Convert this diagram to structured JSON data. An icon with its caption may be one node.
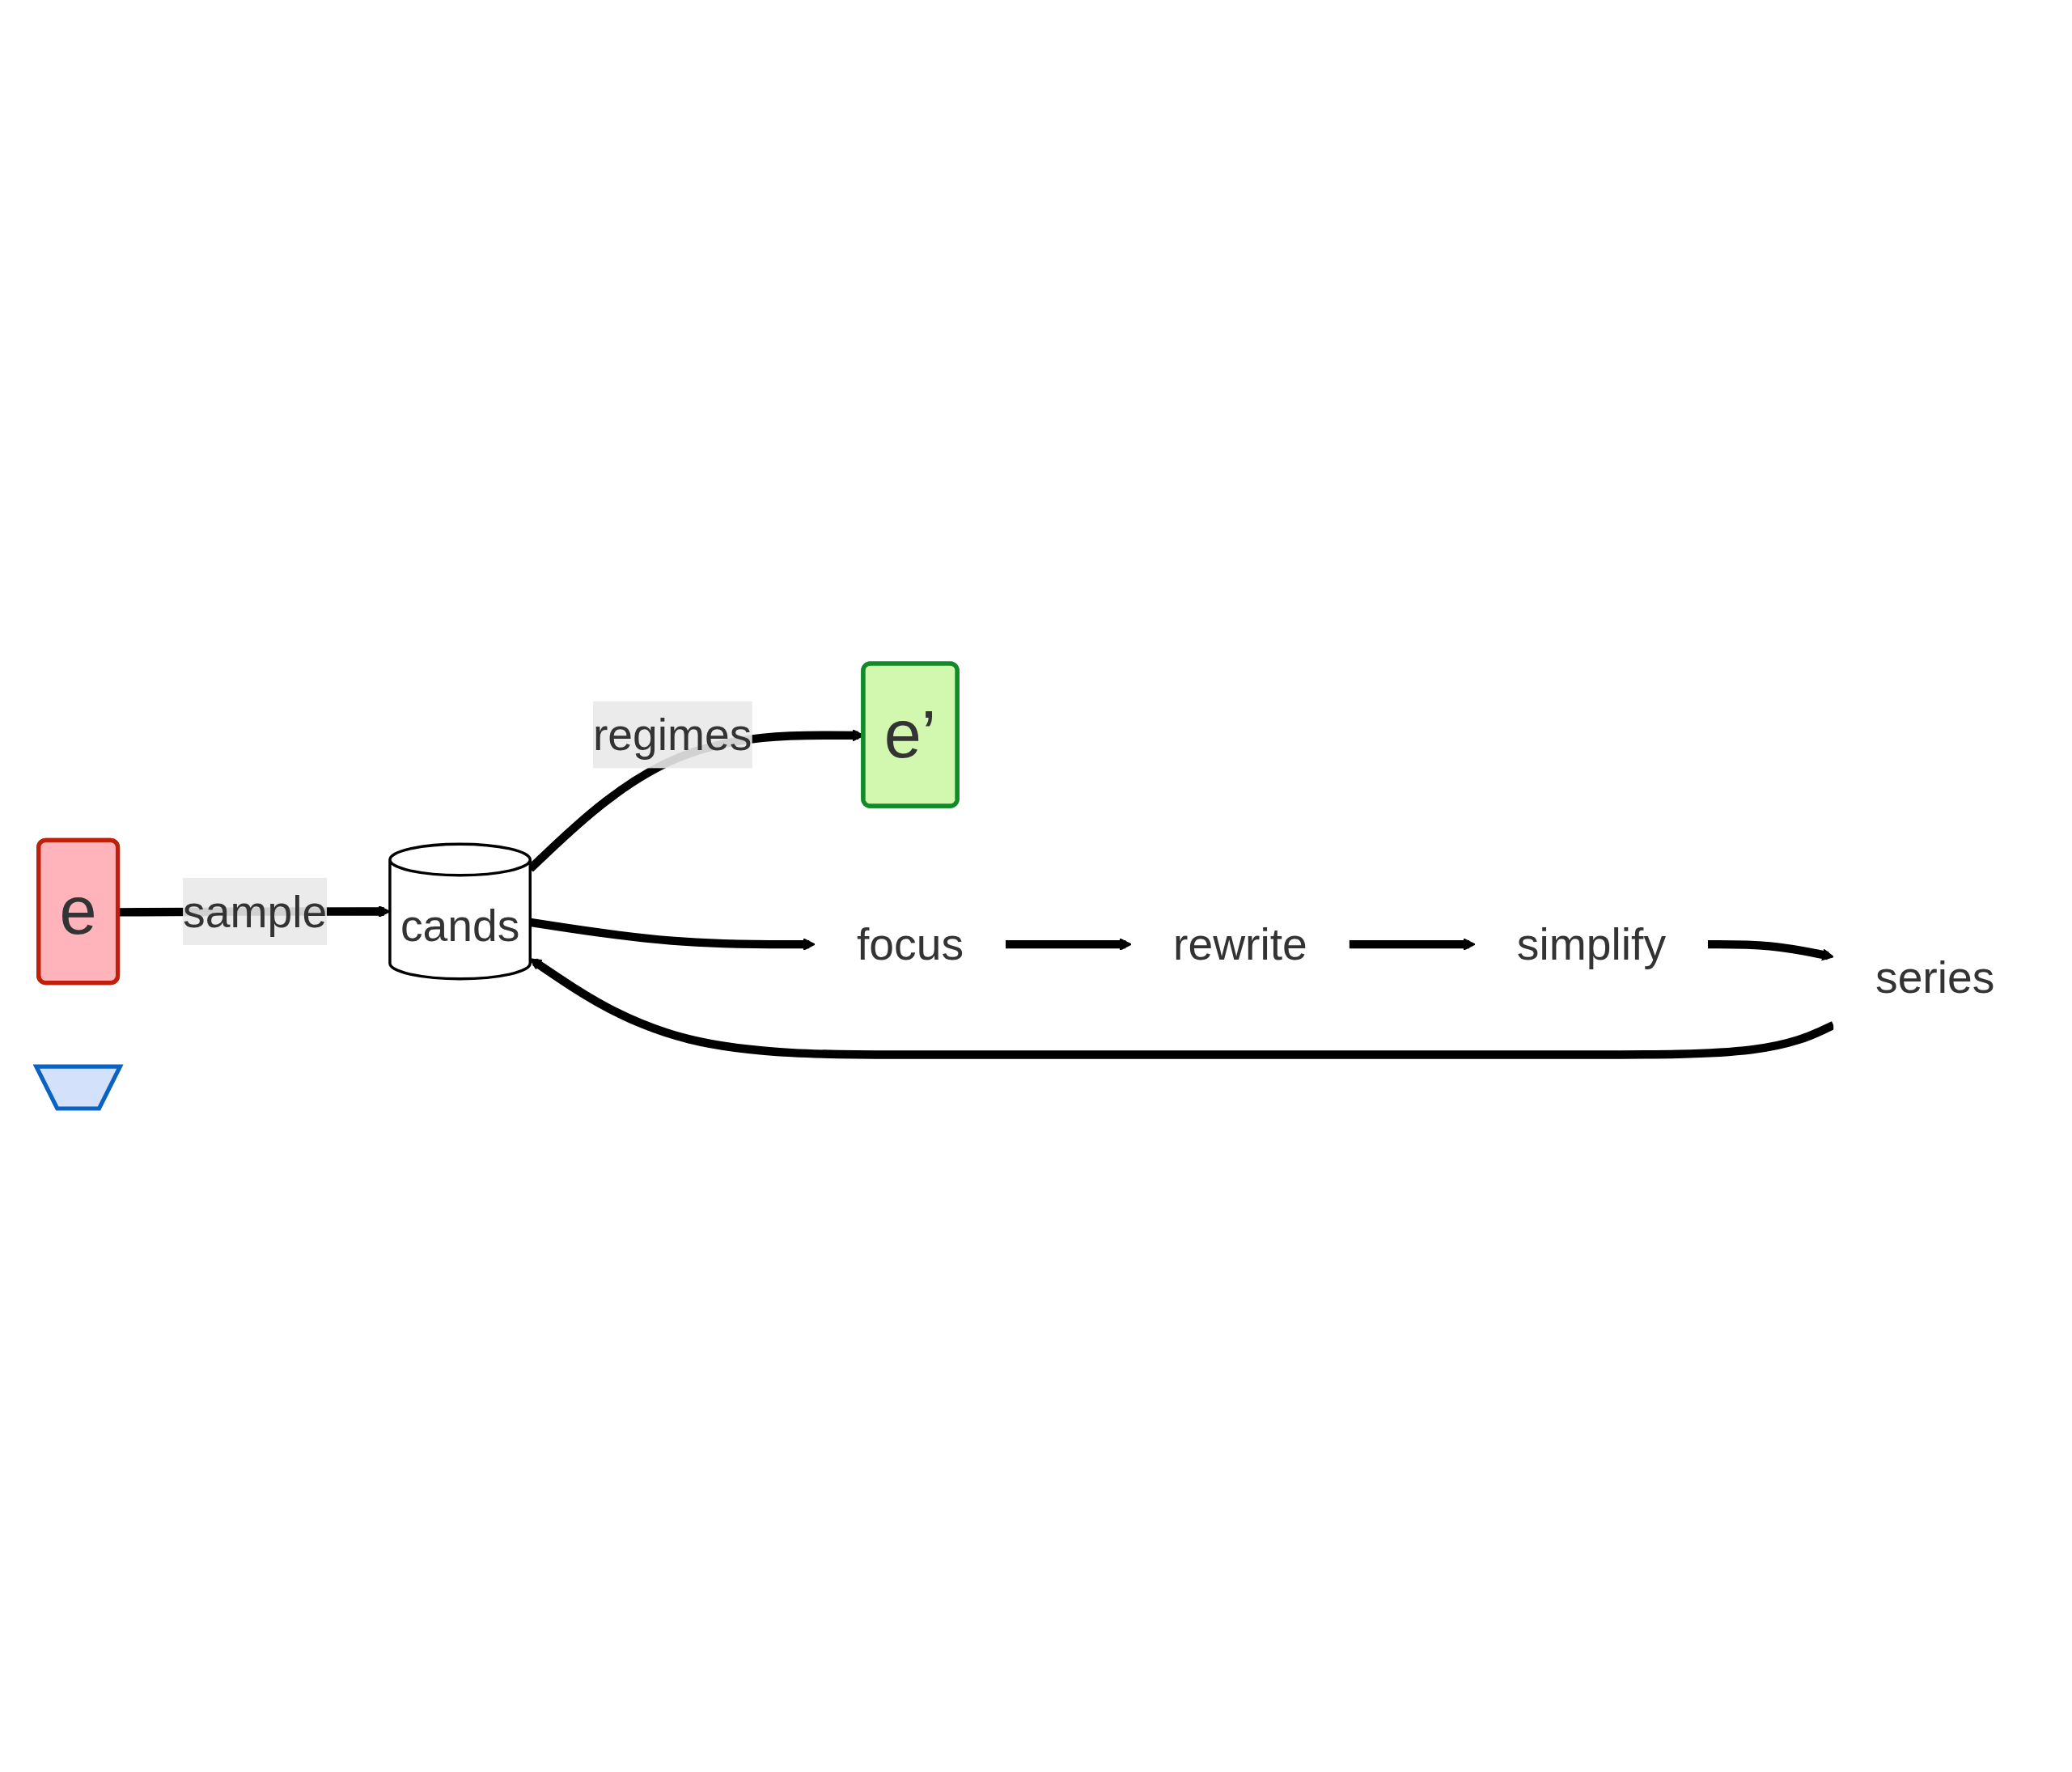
{
  "diagram": {
    "nodes": [
      {
        "text": [
          "e"
        ]
      },
      {
        "text": [
          "cands"
        ]
      },
      {
        "text": [
          "e’"
        ]
      },
      {
        "text": [
          "focus"
        ]
      },
      {
        "text": [
          "rewrite"
        ]
      },
      {
        "text": [
          "simplify"
        ]
      },
      {
        "text": [
          "series"
        ]
      },
      {
        "text": [],
        "shape": "arrow"
      }
    ],
    "edges": [
      {
        "from": 0,
        "to": 1,
        "arrow": "to",
        "label": "sample"
      },
      {
        "from": 1,
        "to": 2,
        "arrow": "to",
        "label": "regimes"
      },
      {
        "from": 1,
        "to": 3,
        "arrow": "to"
      },
      {
        "from": 3,
        "to": 4,
        "arrow": "to"
      },
      {
        "from": 4,
        "to": 5,
        "arrow": "to"
      },
      {
        "from": 5,
        "to": 6,
        "arrow": "to"
      },
      {
        "from": 6,
        "to": 1,
        "arrow": "to"
      }
    ]
  }
}
